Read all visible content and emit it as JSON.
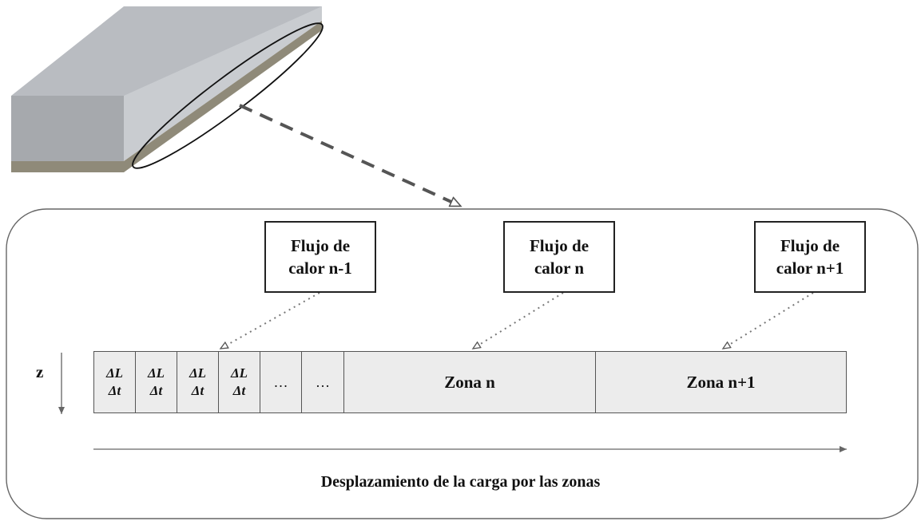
{
  "heat_flux_boxes": [
    {
      "line1": "Flujo de",
      "line2": "calor n-1"
    },
    {
      "line1": "Flujo de",
      "line2": "calor n"
    },
    {
      "line1": "Flujo de",
      "line2": "calor n+1"
    }
  ],
  "delta_cells": [
    {
      "top": "ΔL",
      "bottom": "Δt"
    },
    {
      "top": "ΔL",
      "bottom": "Δt"
    },
    {
      "top": "ΔL",
      "bottom": "Δt"
    },
    {
      "top": "ΔL",
      "bottom": "Δt"
    }
  ],
  "ellipsis_cells": [
    "…",
    "…"
  ],
  "zones": [
    "Zona n",
    "Zona n+1"
  ],
  "axis_label": "z",
  "caption": "Desplazamiento de la carga por las zonas",
  "colors": {
    "cell_fill": "#ececec",
    "block_top": "#b9bcc1",
    "block_front": "#a6a9ad",
    "block_side": "#c9ccd0",
    "block_base": "#8f8a79",
    "dashed_arrow": "#555555"
  }
}
